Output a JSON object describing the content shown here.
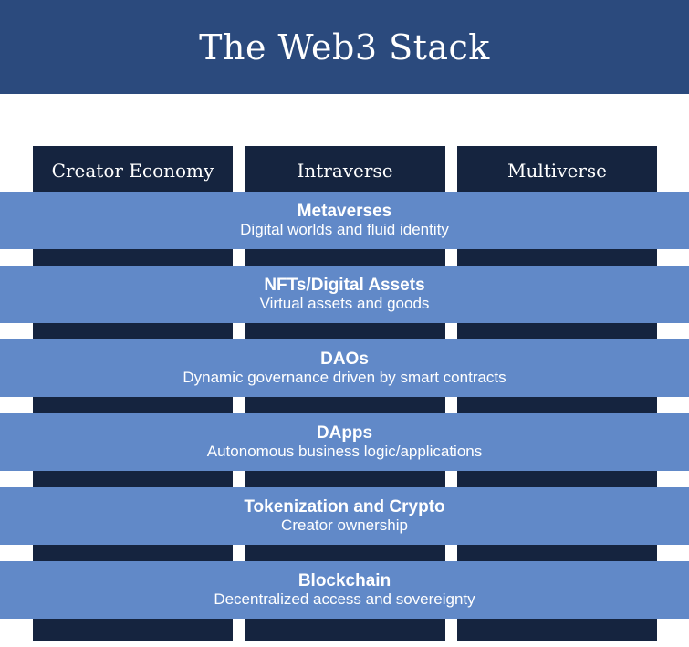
{
  "header": {
    "title": "The Web3 Stack",
    "background_color": "#2b4a7d"
  },
  "colors": {
    "banner_navy": "#2b4a7d",
    "pillar_navy": "#15243f",
    "layer_blue": "#6189c8",
    "text_white": "#ffffff",
    "page_background": "#ffffff"
  },
  "columns": [
    {
      "label": "Creator Economy"
    },
    {
      "label": "Intraverse"
    },
    {
      "label": "Multiverse"
    }
  ],
  "layers": [
    {
      "title": "Metaverses",
      "subtitle": "Digital worlds and fluid identity"
    },
    {
      "title": "NFTs/Digital Assets",
      "subtitle": "Virtual assets and goods"
    },
    {
      "title": "DAOs",
      "subtitle": "Dynamic governance driven by smart contracts"
    },
    {
      "title": "DApps",
      "subtitle": "Autonomous business logic/applications"
    },
    {
      "title": "Tokenization and Crypto",
      "subtitle": "Creator ownership"
    },
    {
      "title": "Blockchain",
      "subtitle": "Decentralized access and sovereignty"
    }
  ]
}
